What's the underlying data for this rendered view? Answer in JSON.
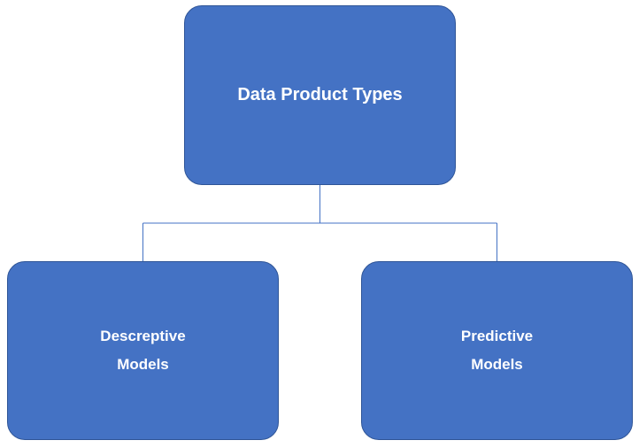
{
  "colors": {
    "node_fill": "#4472c4",
    "node_border": "#2f5597",
    "connector": "#4472c4",
    "text": "#ffffff"
  },
  "diagram": {
    "root": {
      "label": "Data Product Types"
    },
    "children": [
      {
        "label_line1": "Descreptive",
        "label_line2": "Models"
      },
      {
        "label_line1": "Predictive",
        "label_line2": "Models"
      }
    ]
  }
}
